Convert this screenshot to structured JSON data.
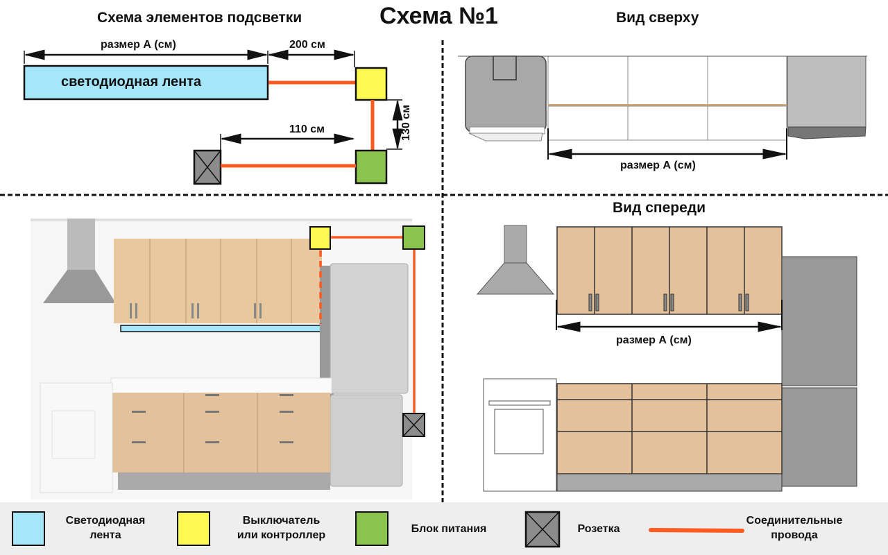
{
  "main_title": "Схема №1",
  "colors": {
    "led_strip": "#a6e6fb",
    "switch": "#fffa52",
    "power_unit": "#8bc34f",
    "socket": "#8c8c8c",
    "wire": "#ff5a1f",
    "cabinet_wood": "#e3c29b",
    "appliance_grey": "#a8a8a8",
    "legend_bg": "#eeeeee"
  },
  "schema": {
    "title": "Схема элементов подсветки",
    "size_a_label": "размер А (см)",
    "dist_strip_to_switch": "200 см",
    "dist_switch_to_power": "130 см",
    "dist_socket_to_power": "110 см",
    "led_strip_label": "светодиодная лента"
  },
  "top_view": {
    "title": "Вид сверху",
    "size_a_label": "размер А (см)"
  },
  "front_view": {
    "title": "Вид спереди",
    "size_a_label": "размер А (см)"
  },
  "legend": {
    "items": [
      {
        "label_line1": "Светодиодная",
        "label_line2": "лента",
        "icon": "led-strip-swatch"
      },
      {
        "label_line1": "Выключатель",
        "label_line2": "или контроллер",
        "icon": "switch-swatch"
      },
      {
        "label_line1": "Блок питания",
        "label_line2": "",
        "icon": "power-unit-swatch"
      },
      {
        "label_line1": "Розетка",
        "label_line2": "",
        "icon": "socket-icon"
      },
      {
        "label_line1": "Соединительные",
        "label_line2": "провода",
        "icon": "wire-line"
      }
    ]
  }
}
